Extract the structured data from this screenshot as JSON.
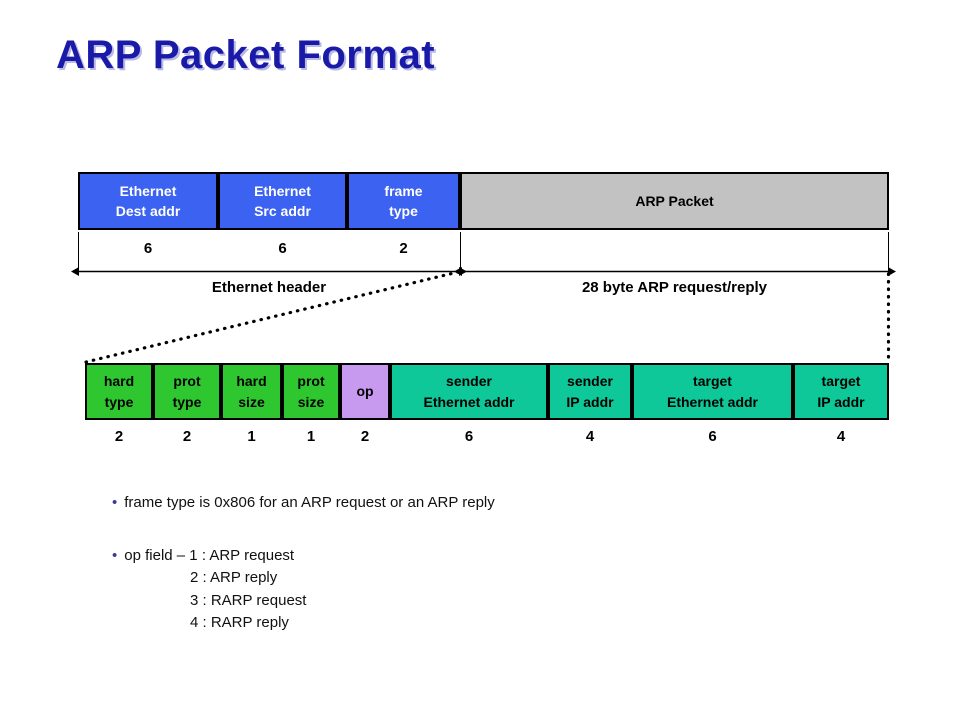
{
  "slide": {
    "title": "ARP Packet Format",
    "title_color": "#1a1aa8",
    "background": "#ffffff"
  },
  "frame_row": {
    "cells": [
      {
        "line1": "Ethernet",
        "line2": "Dest addr",
        "bytes": "6",
        "color": "#3b62f0",
        "kind": "blue"
      },
      {
        "line1": "Ethernet",
        "line2": "Src addr",
        "bytes": "6",
        "color": "#3b62f0",
        "kind": "blue"
      },
      {
        "line1": "frame",
        "line2": "type",
        "bytes": "2",
        "color": "#3b62f0",
        "kind": "blue"
      },
      {
        "line1": "ARP Packet",
        "line2": "",
        "bytes": "",
        "color": "#c2c2c2",
        "kind": "gray"
      }
    ],
    "spans": [
      {
        "label": "Ethernet header"
      },
      {
        "label": "28 byte ARP request/reply"
      }
    ]
  },
  "arp_row": {
    "cells": [
      {
        "line1": "hard",
        "line2": "type",
        "bytes": "2",
        "color": "#2fc72f",
        "kind": "green"
      },
      {
        "line1": "prot",
        "line2": "type",
        "bytes": "2",
        "color": "#2fc72f",
        "kind": "green"
      },
      {
        "line1": "hard",
        "line2": "size",
        "bytes": "1",
        "color": "#2fc72f",
        "kind": "green"
      },
      {
        "line1": "prot",
        "line2": "size",
        "bytes": "1",
        "color": "#2fc72f",
        "kind": "green"
      },
      {
        "line1": "op",
        "line2": "",
        "bytes": "2",
        "color": "#c79af0",
        "kind": "purple"
      },
      {
        "line1": "sender",
        "line2": "Ethernet addr",
        "bytes": "6",
        "color": "#0ec899",
        "kind": "teal"
      },
      {
        "line1": "sender",
        "line2": "IP addr",
        "bytes": "4",
        "color": "#0ec899",
        "kind": "teal"
      },
      {
        "line1": "target",
        "line2": "Ethernet addr",
        "bytes": "6",
        "color": "#0ec899",
        "kind": "teal"
      },
      {
        "line1": "target",
        "line2": "IP addr",
        "bytes": "4",
        "color": "#0ec899",
        "kind": "teal"
      }
    ]
  },
  "notes": {
    "bullet1": "frame type is 0x806 for an ARP request or an ARP reply",
    "bullet2": "op field – 1 : ARP request",
    "op_values": [
      "2 : ARP reply",
      "3 : RARP request",
      "4 : RARP reply"
    ]
  }
}
